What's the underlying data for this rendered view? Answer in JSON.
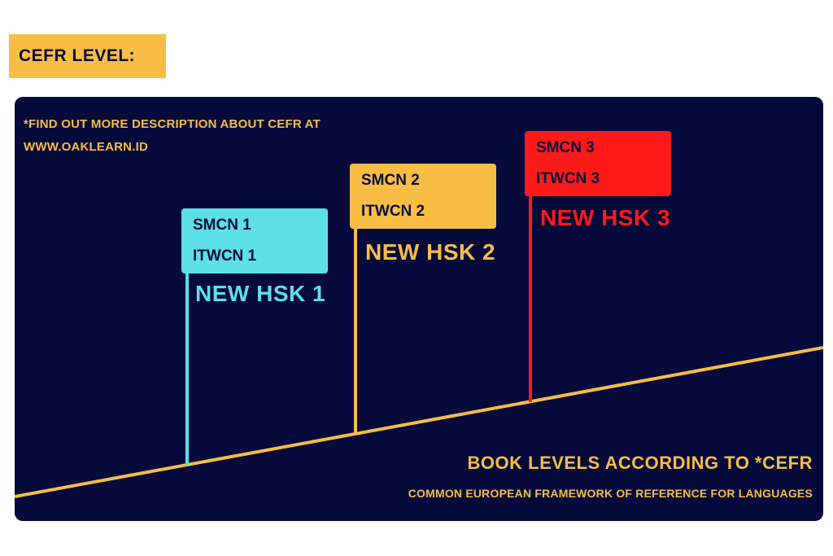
{
  "header": {
    "title": "CEFR LEVEL:"
  },
  "note": {
    "line1": "*FIND OUT MORE DESCRIPTION ABOUT CEFR AT",
    "line2": "WWW.OAKLEARN.ID"
  },
  "levels": [
    {
      "book_1": "SMCN 1",
      "book_2": "ITWCN 1",
      "hsk": "NEW HSK 1",
      "color": "#5ce0e6"
    },
    {
      "book_1": "SMCN 2",
      "book_2": "ITWCN 2",
      "hsk": "NEW HSK 2",
      "color": "#f7bd45"
    },
    {
      "book_1": "SMCN 3",
      "book_2": "ITWCN 3",
      "hsk": "NEW HSK 3",
      "color": "#ff1a1a"
    }
  ],
  "footer": {
    "title": "BOOK LEVELS ACCORDING TO *CEFR",
    "subtitle": "COMMON EUROPEAN FRAMEWORK OF REFERENCE FOR LANGUAGES"
  },
  "colors": {
    "panel_bg": "#050a3b",
    "accent": "#f7bd45",
    "text_dark": "#0a0d3a"
  }
}
